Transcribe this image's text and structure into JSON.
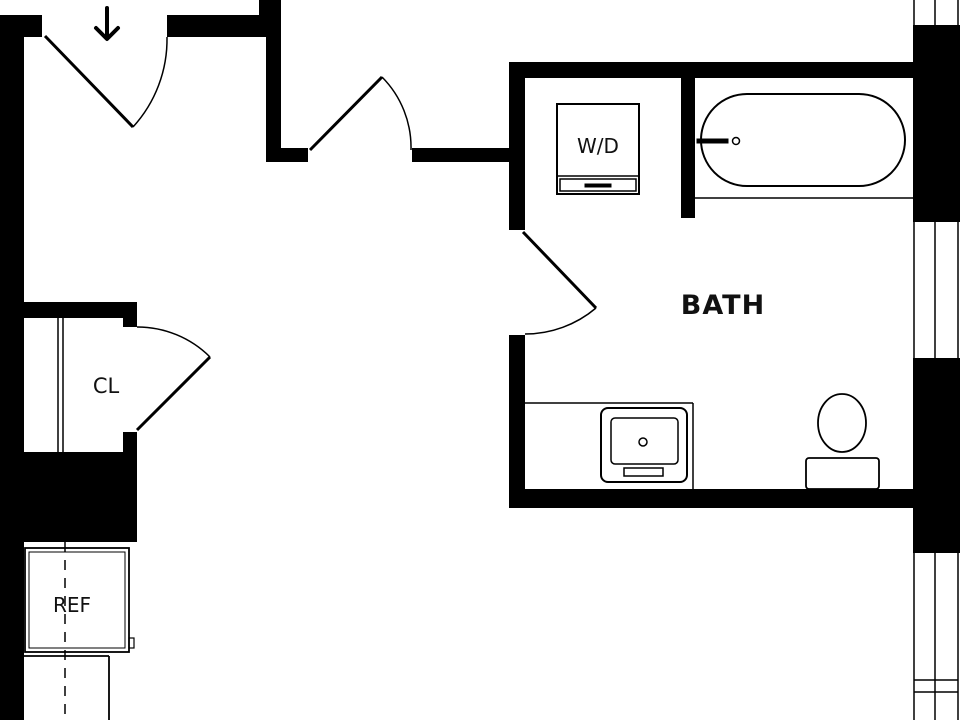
{
  "plan": {
    "rooms": [
      {
        "name": "bath",
        "label": "BATH"
      },
      {
        "name": "closet",
        "label": "CL"
      },
      {
        "name": "washer-dryer",
        "label": "W/D"
      },
      {
        "name": "refrigerator",
        "label": "REF"
      }
    ],
    "entry_marker": "entry-arrow-icon",
    "colors": {
      "wall": "#000000",
      "line": "#000000",
      "background": "#ffffff"
    }
  }
}
